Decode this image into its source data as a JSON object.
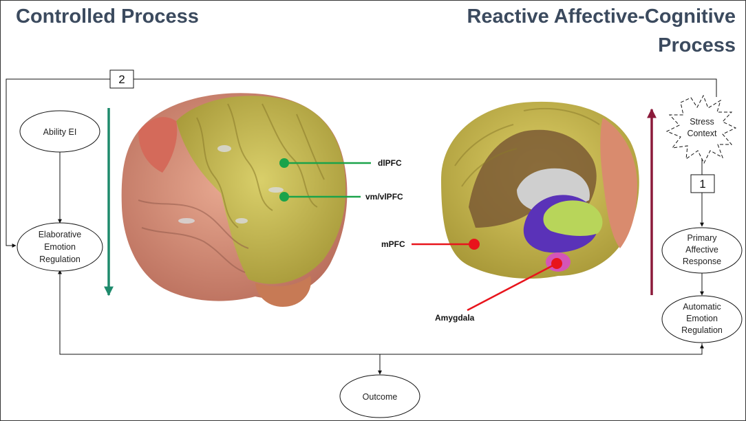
{
  "titles": {
    "left": "Controlled Process",
    "right": "Reactive Affective-Cognitive Process"
  },
  "nodes": {
    "ability_ei": "Ability EI",
    "elaborative": [
      "Elaborative",
      "Emotion",
      "Regulation"
    ],
    "stress": [
      "Stress",
      "Context"
    ],
    "primary": [
      "Primary",
      "Affective",
      "Response"
    ],
    "automatic": [
      "Automatic",
      "Emotion",
      "Regulation"
    ],
    "outcome": "Outcome"
  },
  "path_labels": {
    "path1": "1",
    "path2": "2"
  },
  "brain_labels": {
    "dlpfc": "dlPFC",
    "vmvlpfc": "vm/vlPFC",
    "mpfc": "mPFC",
    "amygdala": "Amygdala"
  },
  "colors": {
    "title": "#3b4a5e",
    "controlled_arrow": "#1e8a6c",
    "reactive_arrow": "#8b1a3a",
    "lateral_marker": "#1aa34a",
    "medial_marker": "#e8141c"
  }
}
